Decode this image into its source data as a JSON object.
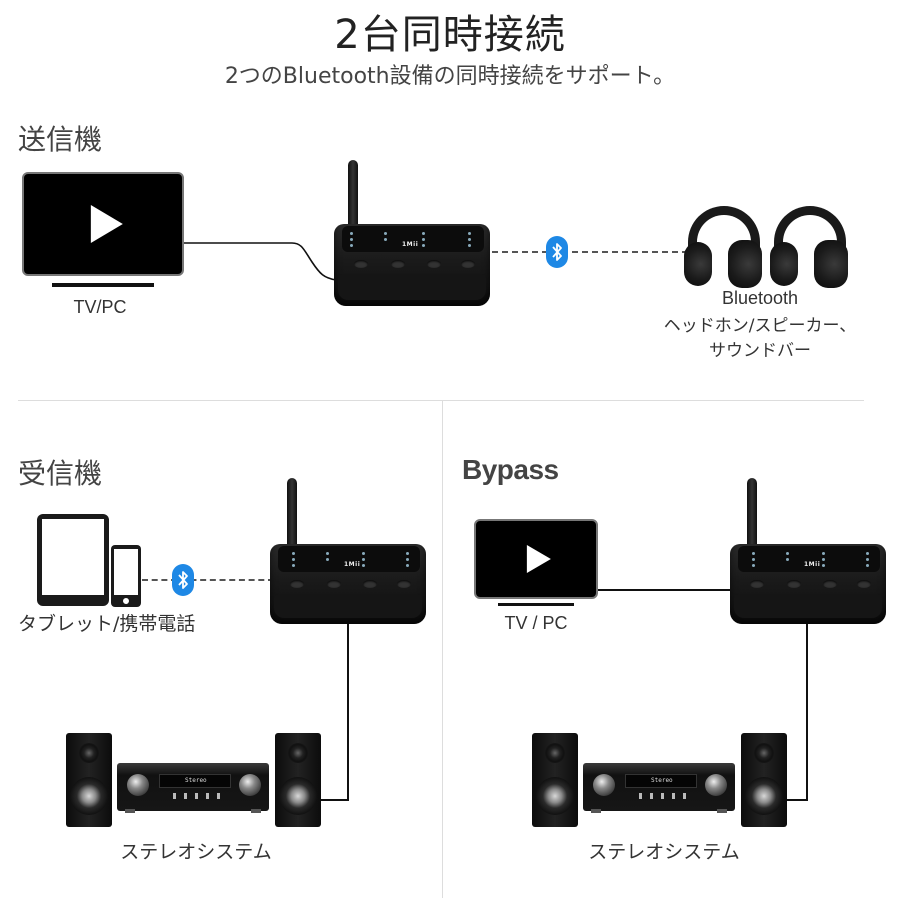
{
  "header": {
    "title": "2台同時接続",
    "subtitle": "2つのBluetooth設備の同時接続をサポート。"
  },
  "sections": {
    "transmitter": {
      "label": "送信機",
      "source_caption": "TV/PC",
      "target_caption_line1": "Bluetooth",
      "target_caption_line2": "ヘッドホン/スピーカー、",
      "target_caption_line3": "サウンドバー",
      "connection": "bluetooth-icon"
    },
    "receiver": {
      "label": "受信機",
      "source_caption": "タブレット/携帯電話",
      "output_caption": "ステレオシステム",
      "connection": "bluetooth-icon"
    },
    "bypass": {
      "label": "Bypass",
      "source_caption": "TV / PC",
      "output_caption": "ステレオシステム"
    }
  },
  "device": {
    "logo": "1Mii"
  },
  "receiver_display": {
    "text": "Stereo"
  },
  "colors": {
    "bluetooth_badge": "#1e88e5",
    "text_primary": "#333333",
    "divider": "#dddddd"
  }
}
